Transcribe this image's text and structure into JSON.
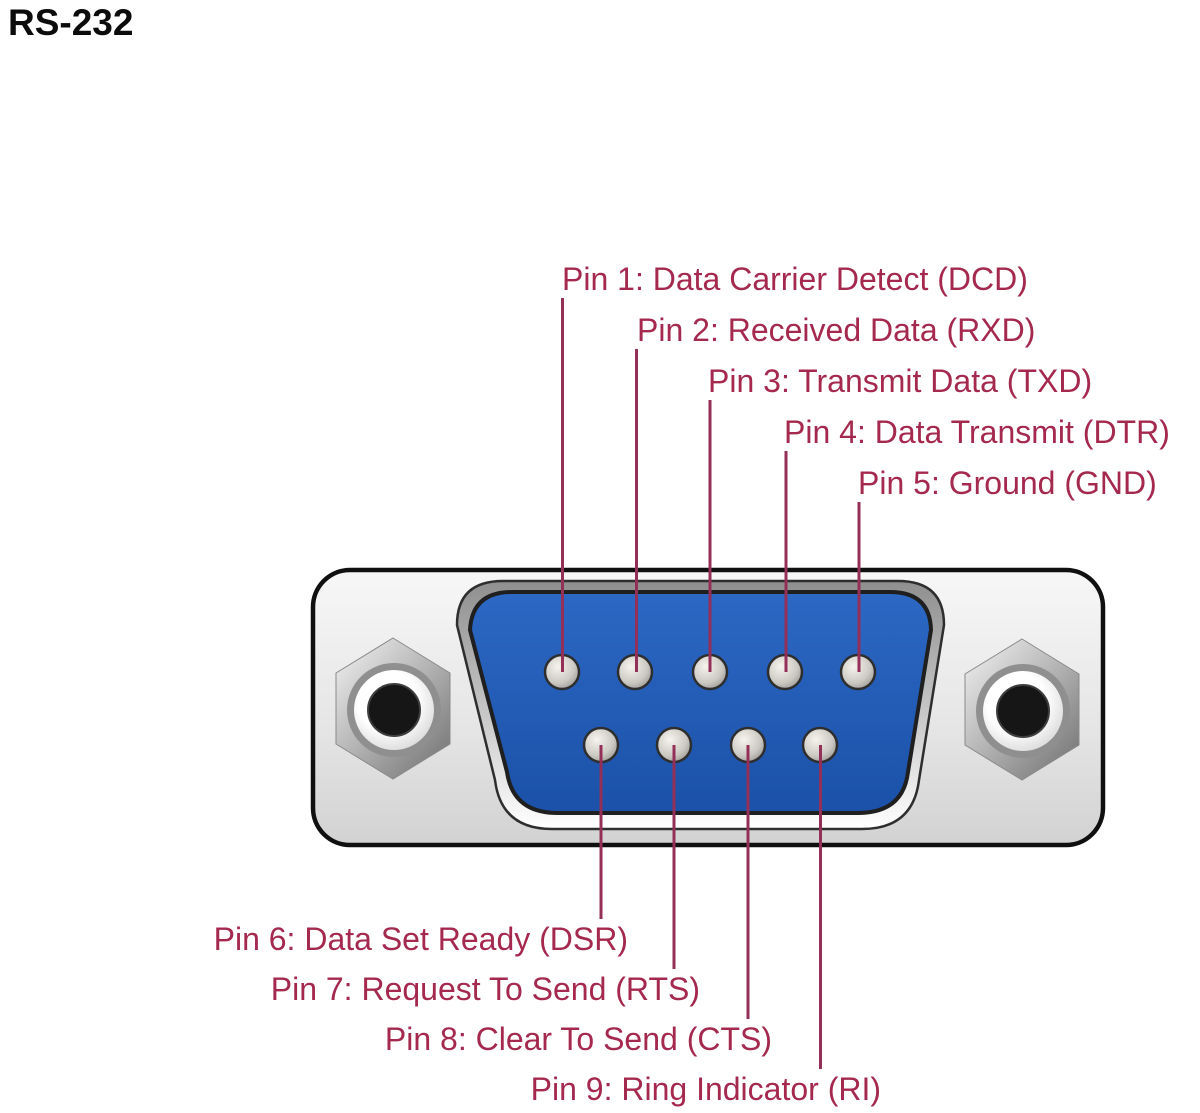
{
  "title": "RS-232",
  "connector": {
    "description": "DB9 serial connector front view",
    "top_row_pin_count": 5,
    "bottom_row_pin_count": 4
  },
  "pin_labels": [
    {
      "pin": 1,
      "text": "Pin 1: Data Carrier Detect (DCD)"
    },
    {
      "pin": 2,
      "text": "Pin 2: Received Data (RXD)"
    },
    {
      "pin": 3,
      "text": "Pin 3: Transmit Data (TXD)"
    },
    {
      "pin": 4,
      "text": "Pin 4: Data Transmit (DTR)"
    },
    {
      "pin": 5,
      "text": "Pin 5: Ground (GND)"
    },
    {
      "pin": 6,
      "text": "Pin 6: Data Set Ready (DSR)"
    },
    {
      "pin": 7,
      "text": "Pin 7: Request To Send (RTS)"
    },
    {
      "pin": 8,
      "text": "Pin 8: Clear To Send (CTS)"
    },
    {
      "pin": 9,
      "text": "Pin 9: Ring Indicator (RI)"
    }
  ],
  "colors": {
    "title_text": "#0C0C0C",
    "label_text": "#A5294F",
    "leader_line": "#942F58",
    "connector_blue_light": "#2C68C4",
    "connector_blue_dark": "#1B51A8",
    "body_gray": "#E2E2E2"
  }
}
